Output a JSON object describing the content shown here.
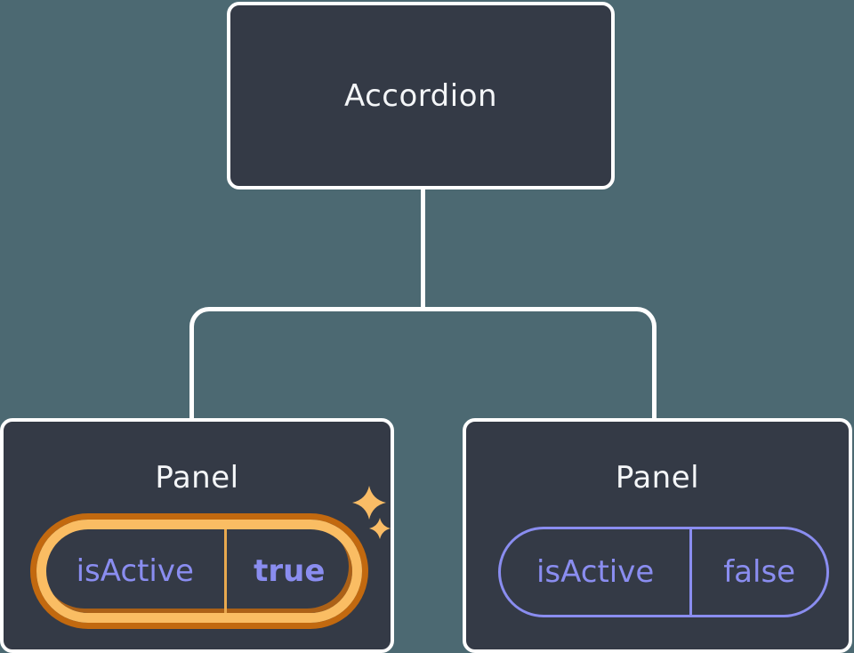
{
  "diagram": {
    "description": "Component tree diagram showing state owned by each Panel",
    "tree": {
      "root": {
        "label": "Accordion"
      },
      "children": [
        {
          "label": "Panel",
          "state": {
            "key": "isActive",
            "value": "true"
          },
          "highlighted": true,
          "decoration": "sparkles-icon"
        },
        {
          "label": "Panel",
          "state": {
            "key": "isActive",
            "value": "false"
          },
          "highlighted": false,
          "decoration": null
        }
      ]
    },
    "colors": {
      "background": "#4C6972",
      "node_fill": "#343A46",
      "node_border": "#FFFFFF",
      "connector": "#FFFFFF",
      "label_text": "#F4F6F8",
      "state_purple": "#8A8DF0",
      "highlight_orange_dark": "#C2690F",
      "highlight_orange_light": "#FABD63",
      "sparkle_amber": "#F9BC66"
    }
  }
}
